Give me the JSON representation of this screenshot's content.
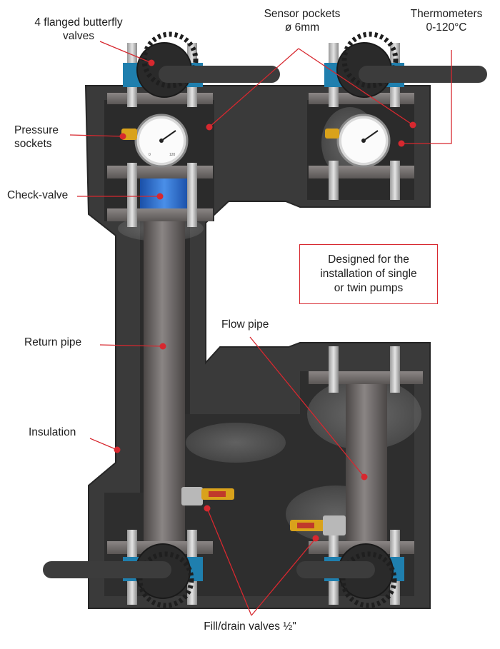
{
  "labels": {
    "valves": [
      "4 flanged butterfly",
      "valves"
    ],
    "sensor": [
      "Sensor pockets",
      "ø 6mm"
    ],
    "thermo": [
      "Thermometers",
      "0-120°C"
    ],
    "pressure": [
      "Pressure",
      "sockets"
    ],
    "check": "Check-valve",
    "return": "Return pipe",
    "flow": "Flow pipe",
    "insulation": "Insulation",
    "drain": "Fill/drain valves ½\""
  },
  "note": [
    "Designed for the",
    "installation of single",
    "or twin pumps"
  ],
  "gauge": {
    "min": "0",
    "max": "120"
  },
  "colors": {
    "insulation": "#3a3a3a",
    "pipe": "#6a6665",
    "valve_body": "#2a2a2a",
    "valve_flange": "#1f7fae",
    "check_valve": "#2f6fd0",
    "brass": "#d9a21b",
    "accent": "#d7282f"
  }
}
